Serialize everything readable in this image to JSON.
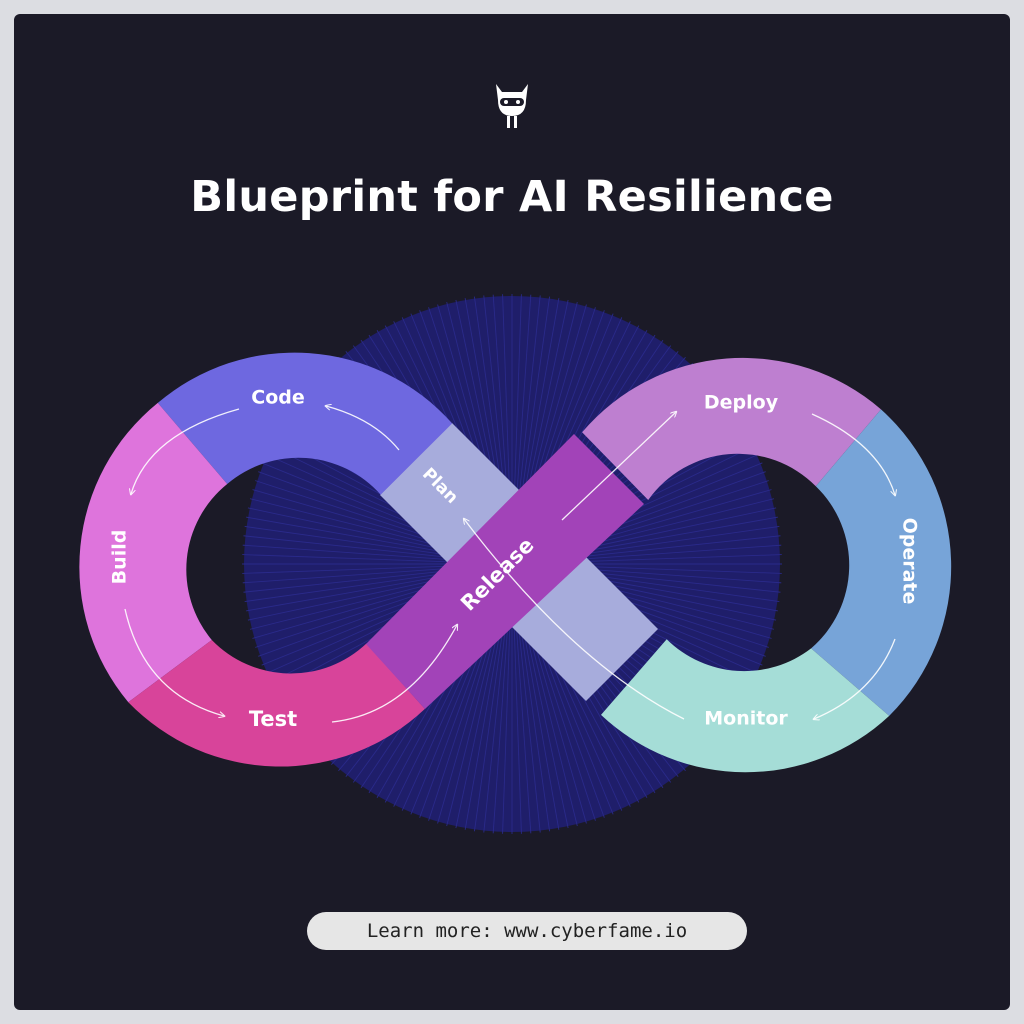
{
  "title": "Blueprint for AI Resilience",
  "stages": {
    "code": "Code",
    "build": "Build",
    "test": "Test",
    "release": "Release",
    "deploy": "Deploy",
    "operate": "Operate",
    "monitor": "Monitor",
    "plan": "Plan"
  },
  "colors": {
    "background": "#1b1a27",
    "code": "#6e68e0",
    "build": "#de74dc",
    "test": "#d8449a",
    "release": "#a243b8",
    "deploy": "#be7fd0",
    "operate": "#77a4d8",
    "monitor": "#a5ddd7",
    "plan": "#a7acdc",
    "burst": "#2a2a8a"
  },
  "cta": {
    "label": "Learn more: www.cyberfame.io"
  }
}
